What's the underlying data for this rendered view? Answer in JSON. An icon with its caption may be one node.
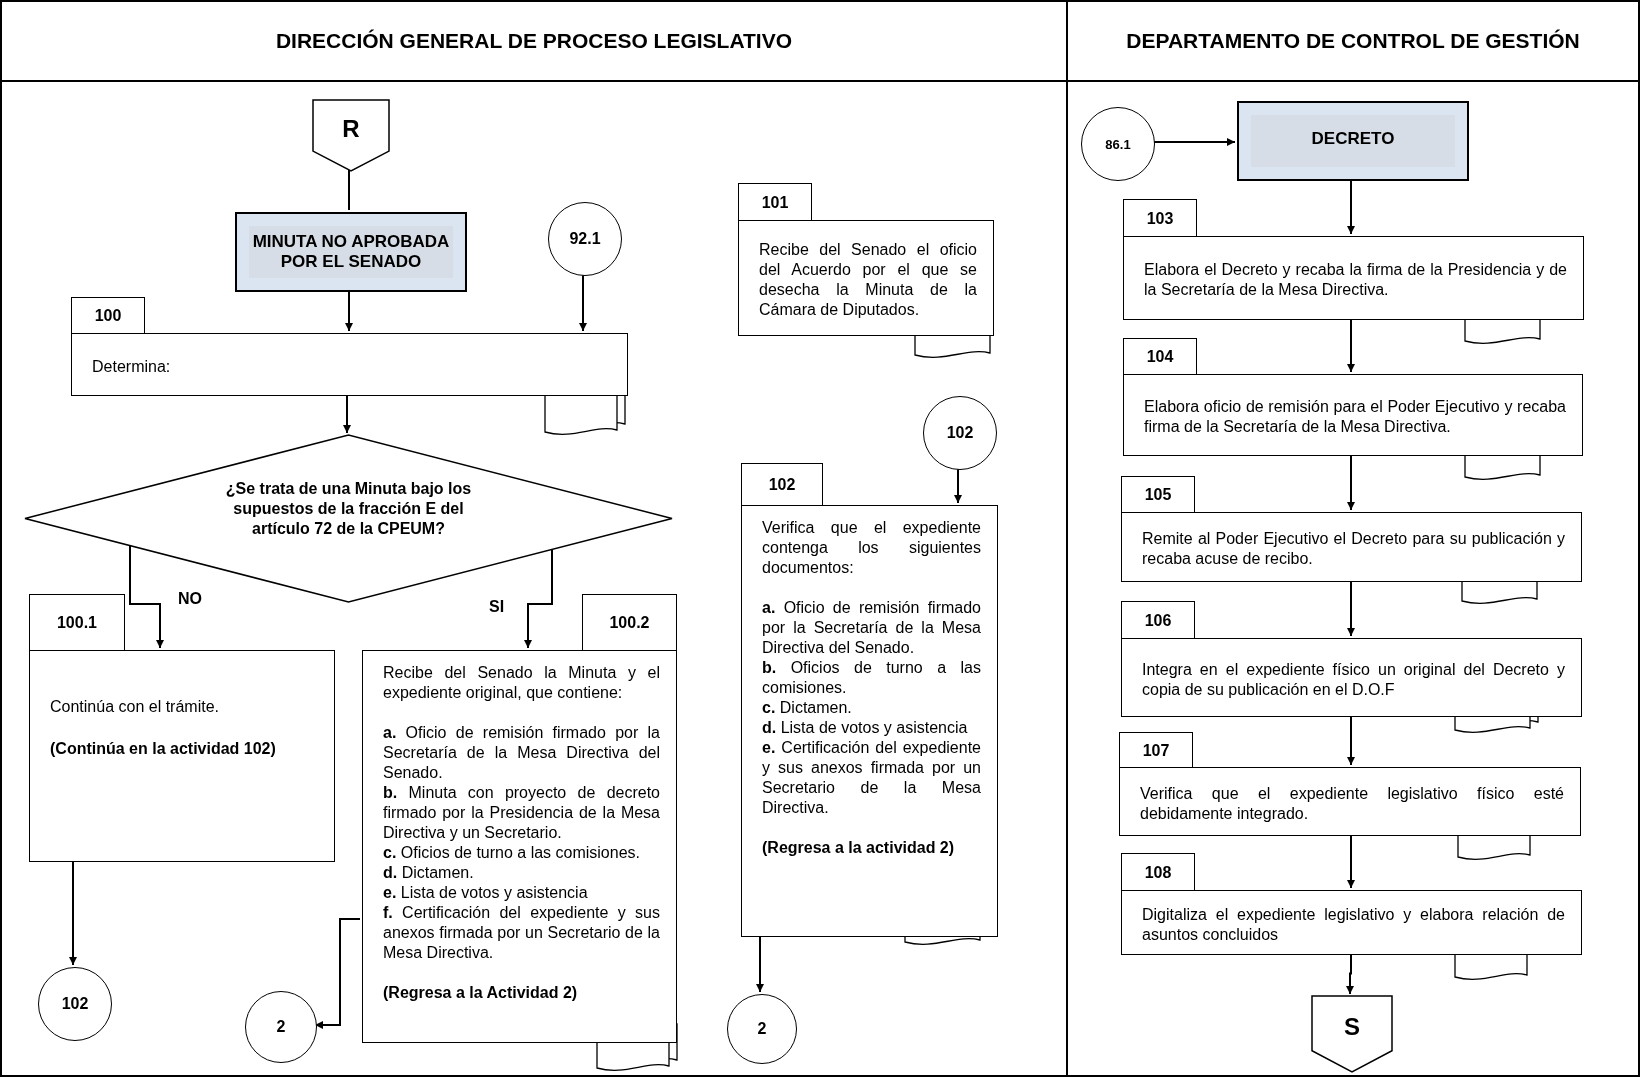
{
  "diagram": {
    "nodes": [
      {
        "text": [
          "DIRECCIÓN GENERAL DE PROCESO LEGISLATIVO"
        ]
      },
      {
        "text": [
          "R"
        ],
        "in": 0
      },
      {
        "text": [
          "MINUTA NO APROBADA POR EL SENADO"
        ],
        "in": 0
      },
      {
        "text": [
          "92.1"
        ],
        "in": 0
      },
      {
        "text": [
          "100",
          "Determina:"
        ],
        "in": 0
      },
      {
        "text": [
          "¿Se trata de una Minuta bajo los supuestos de la fracción E del artículo 72 de la CPEUM?"
        ],
        "in": 0
      },
      {
        "text": [
          "100.1",
          "Continúa con el trámite.",
          "(Continúa en la actividad 102)"
        ],
        "in": 0
      },
      {
        "text": [
          "100.2",
          "Recibe del Senado la Minuta y el expediente original, que contiene:",
          "**a.** Oficio de remisión firmado por la Secretaría de la Mesa Directiva del Senado.",
          "**b.** Minuta con proyecto de decreto firmado por la Presidencia de la Mesa Directiva y un Secretario.",
          "**c.** Oficios de turno a las comisiones.",
          "**d.** Dictamen.",
          "**e.** Lista de votos y asistencia",
          "**f.** Certificación del expediente y sus anexos firmada por un Secretario de la Mesa Directiva.",
          "(Regresa a la Actividad 2)"
        ],
        "in": 0
      },
      {
        "text": [
          "102"
        ],
        "in": 0
      },
      {
        "text": [
          "2"
        ],
        "in": 0
      },
      {
        "text": [
          "101",
          "Recibe del Senado el oficio del Acuerdo por el que se desecha la Minuta de la Cámara de Diputados."
        ],
        "in": 0
      },
      {
        "text": [
          "102"
        ],
        "in": 0
      },
      {
        "text": [
          "102",
          "Verifica que el expediente contenga los siguientes documentos:",
          "**a.** Oficio de remisión firmado por la Secretaría de la Mesa Directiva del Senado.",
          "**b.** Oficios de turno a las comisiones.",
          "**c.** Dictamen.",
          "**d.** Lista de votos y asistencia",
          "**e.** Certificación del expediente y sus anexos firmada por un Secretario de la Mesa Directiva.",
          "(Regresa a la actividad 2)"
        ],
        "in": 0
      },
      {
        "text": [
          "2"
        ],
        "in": 0
      },
      {
        "text": [
          "DEPARTAMENTO DE CONTROL DE GESTIÓN"
        ]
      },
      {
        "text": [
          "86.1"
        ],
        "in": 14
      },
      {
        "text": [
          "DECRETO"
        ],
        "in": 14
      },
      {
        "text": [
          "103",
          "Elabora el Decreto y recaba la firma de la Presidencia y de la Secretaría de la Mesa Directiva."
        ],
        "in": 14
      },
      {
        "text": [
          "104",
          "Elabora oficio de remisión para el Poder Ejecutivo y recaba firma de la Secretaría de la Mesa Directiva."
        ],
        "in": 14
      },
      {
        "text": [
          "105",
          "Remite al Poder Ejecutivo el Decreto para su publicación y recaba acuse de recibo."
        ],
        "in": 14
      },
      {
        "text": [
          "106",
          "Integra en el expediente físico un original del Decreto y copia de su publicación en el D.O.F"
        ],
        "in": 14
      },
      {
        "text": [
          "107",
          "Verifica que el expediente legislativo físico esté debidamente integrado."
        ],
        "in": 14
      },
      {
        "text": [
          "108",
          "Digitaliza el expediente legislativo y elabora relación de asuntos concluidos"
        ],
        "in": 14
      },
      {
        "text": [
          "S"
        ],
        "in": 14
      }
    ],
    "edges": [
      {
        "from": 1,
        "to": 2,
        "arrow": "none"
      },
      {
        "from": 2,
        "to": 4,
        "arrow": "to"
      },
      {
        "from": 3,
        "to": 4,
        "arrow": "to"
      },
      {
        "from": 4,
        "to": 5,
        "arrow": "to"
      },
      {
        "from": 5,
        "to": 6,
        "arrow": "to",
        "label": "NO"
      },
      {
        "from": 5,
        "to": 7,
        "arrow": "to",
        "label": "SI"
      },
      {
        "from": 6,
        "to": 8,
        "arrow": "to"
      },
      {
        "from": 7,
        "to": 9,
        "arrow": "to"
      },
      {
        "from": 11,
        "to": 12,
        "arrow": "to"
      },
      {
        "from": 12,
        "to": 13,
        "arrow": "to"
      },
      {
        "from": 15,
        "to": 16,
        "arrow": "to"
      },
      {
        "from": 16,
        "to": 17,
        "arrow": "to"
      },
      {
        "from": 17,
        "to": 18,
        "arrow": "to"
      },
      {
        "from": 18,
        "to": 19,
        "arrow": "to"
      },
      {
        "from": 19,
        "to": 20,
        "arrow": "to"
      },
      {
        "from": 20,
        "to": 21,
        "arrow": "to"
      },
      {
        "from": 21,
        "to": 22,
        "arrow": "to"
      },
      {
        "from": 22,
        "to": 23,
        "arrow": "to"
      }
    ]
  }
}
